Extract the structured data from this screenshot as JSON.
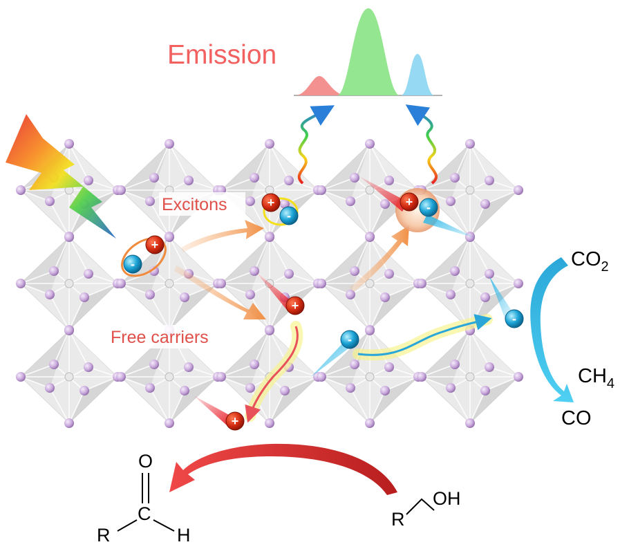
{
  "labels": {
    "emission": "Emission",
    "excitons": "Excitons",
    "free_carriers": "Free carriers"
  },
  "reduction": {
    "reactant_main": "CO",
    "reactant_sub": "2",
    "product_ch4_main": "CH",
    "product_ch4_sub": "4",
    "product_co": "CO"
  },
  "oxidation": {
    "alcohol_r": "R",
    "alcohol_oh": "OH",
    "aldehyde_o": "O",
    "aldehyde_c": "C",
    "aldehyde_r": "R",
    "aldehyde_h": "H"
  },
  "charges": {
    "hole": "+",
    "electron": "-"
  },
  "colors": {
    "emission_text": "#f26060",
    "label_text": "#e0504a",
    "peak_red": "#f28b8b",
    "peak_green": "#8fe58a",
    "peak_blue": "#8fd7f2",
    "hole": "#d22a10",
    "electron": "#1aa3d6",
    "octahedron": "#cfcfcf",
    "atom": "#c7a8d9",
    "co2_arrow": "#2bb0e0",
    "oxidation_arrow": "#e03a3a"
  }
}
